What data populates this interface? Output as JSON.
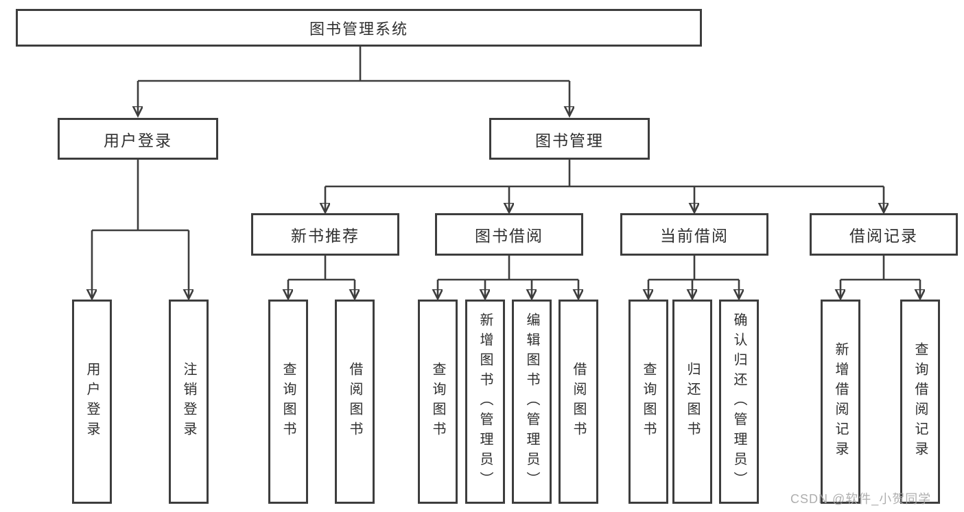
{
  "root": {
    "label": "图书管理系统",
    "children": [
      {
        "label": "用户登录",
        "children": [
          {
            "label": "用户登录"
          },
          {
            "label": "注销登录"
          }
        ]
      },
      {
        "label": "图书管理",
        "children": [
          {
            "label": "新书推荐",
            "children": [
              {
                "label": "查询图书"
              },
              {
                "label": "借阅图书"
              }
            ]
          },
          {
            "label": "图书借阅",
            "children": [
              {
                "label": "查询图书"
              },
              {
                "label": "新增图书（管理员）"
              },
              {
                "label": "编辑图书（管理员）"
              },
              {
                "label": "借阅图书"
              }
            ]
          },
          {
            "label": "当前借阅",
            "children": [
              {
                "label": "查询图书"
              },
              {
                "label": "归还图书"
              },
              {
                "label": "确认归还（管理员）"
              }
            ]
          },
          {
            "label": "借阅记录",
            "children": [
              {
                "label": "新增借阅记录"
              },
              {
                "label": "查询借阅记录"
              }
            ]
          }
        ]
      }
    ]
  },
  "watermark": {
    "text": "CSDN @软件_小贺同学"
  },
  "colors": {
    "line": "#3d3d3d",
    "text": "#2f2f2f",
    "watermark": "#a8a8a8",
    "background": "#ffffff"
  }
}
